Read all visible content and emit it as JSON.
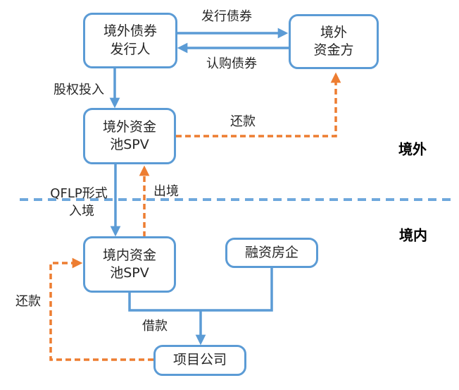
{
  "nodes": {
    "offshore_bond_issuer": {
      "line1": "境外债券",
      "line2": "发行人"
    },
    "offshore_funder": {
      "line1": "境外",
      "line2": "资金方"
    },
    "offshore_pool_spv": {
      "line1": "境外资金",
      "line2": "池SPV"
    },
    "onshore_pool_spv": {
      "line1": "境内资金",
      "line2": "池SPV"
    },
    "financing_developer": {
      "label": "融资房企"
    },
    "project_company": {
      "label": "项目公司"
    }
  },
  "edge_labels": {
    "issue_bonds": "发行债券",
    "subscribe_bonds": "认购债券",
    "equity_investment": "股权投入",
    "repayment_offshore": "还款",
    "qflp_entry_line1": "QFLP形式",
    "qflp_entry_line2": "入境",
    "outbound": "出境",
    "loan": "借款",
    "repayment_onshore": "还款"
  },
  "regions": {
    "offshore": "境外",
    "onshore": "境内"
  },
  "colors": {
    "node_blue": "#5B9BD5",
    "flow_orange": "#ED7D31",
    "divider_blue": "#6FA8DC",
    "text": "#262626"
  }
}
